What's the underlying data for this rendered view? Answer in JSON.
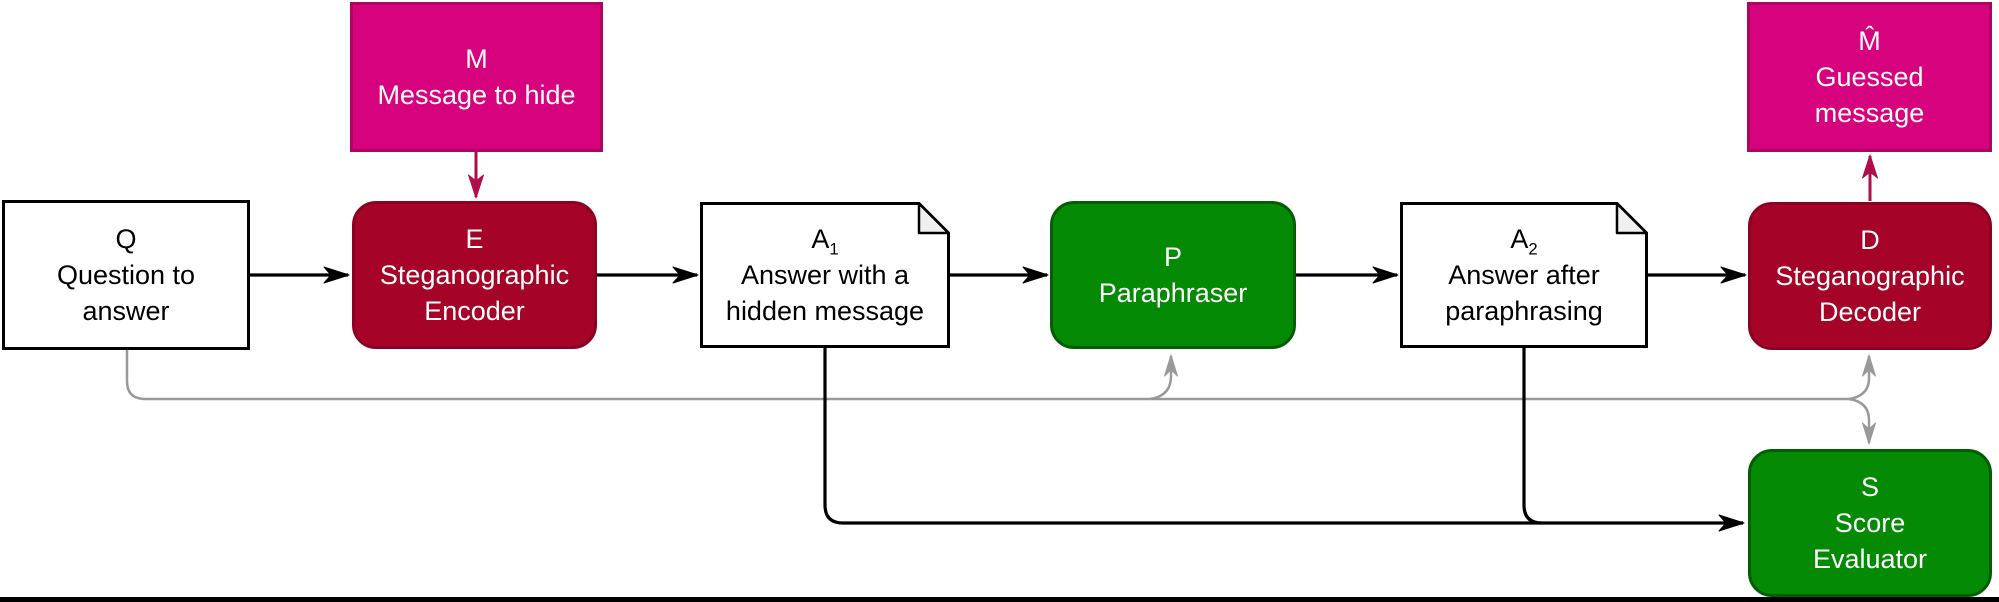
{
  "diagram": {
    "nodes": {
      "q": {
        "letter": "Q",
        "lines": [
          "Question to",
          "answer"
        ]
      },
      "m": {
        "letter": "M",
        "lines": [
          "Message to hide"
        ]
      },
      "e": {
        "letter": "E",
        "lines": [
          "Steganographic",
          "Encoder"
        ]
      },
      "a1": {
        "letter": "A",
        "sub": "1",
        "lines": [
          "Answer with a",
          "hidden message"
        ]
      },
      "p": {
        "letter": "P",
        "lines": [
          "Paraphraser"
        ]
      },
      "a2": {
        "letter": "A",
        "sub": "2",
        "lines": [
          "Answer after",
          "paraphrasing"
        ]
      },
      "d": {
        "letter": "D",
        "lines": [
          "Steganographic",
          "Decoder"
        ]
      },
      "mhat": {
        "letter": "M̂",
        "lines": [
          "Guessed",
          "message"
        ]
      },
      "s": {
        "letter": "S",
        "lines": [
          "Score",
          "Evaluator"
        ]
      }
    },
    "edges": [
      {
        "from": "Q",
        "to": "E",
        "style": "black"
      },
      {
        "from": "M",
        "to": "E",
        "style": "crimson"
      },
      {
        "from": "E",
        "to": "A1",
        "style": "black"
      },
      {
        "from": "A1",
        "to": "P",
        "style": "black"
      },
      {
        "from": "P",
        "to": "A2",
        "style": "black"
      },
      {
        "from": "A2",
        "to": "D",
        "style": "black"
      },
      {
        "from": "D",
        "to": "M̂",
        "style": "crimson"
      },
      {
        "from": "Q",
        "to": "P",
        "style": "gray"
      },
      {
        "from": "Q",
        "to": "D",
        "style": "gray"
      },
      {
        "from": "Q",
        "to": "S",
        "style": "gray"
      },
      {
        "from": "A1",
        "to": "S",
        "style": "black"
      },
      {
        "from": "A2",
        "to": "S",
        "style": "black"
      }
    ],
    "colors": {
      "pink_fill": "#D7027E",
      "pink_border": "#B0055F",
      "dark_red_fill": "#A60328",
      "dark_red_border": "#8C0022",
      "green_fill": "#048A04",
      "green_border": "#035E03",
      "crimson_arrow": "#B00D4E",
      "gray_arrow": "#999999",
      "black_arrow": "#000000",
      "note_fold": "#F0F0F0",
      "white": "#FFFFFF"
    }
  }
}
